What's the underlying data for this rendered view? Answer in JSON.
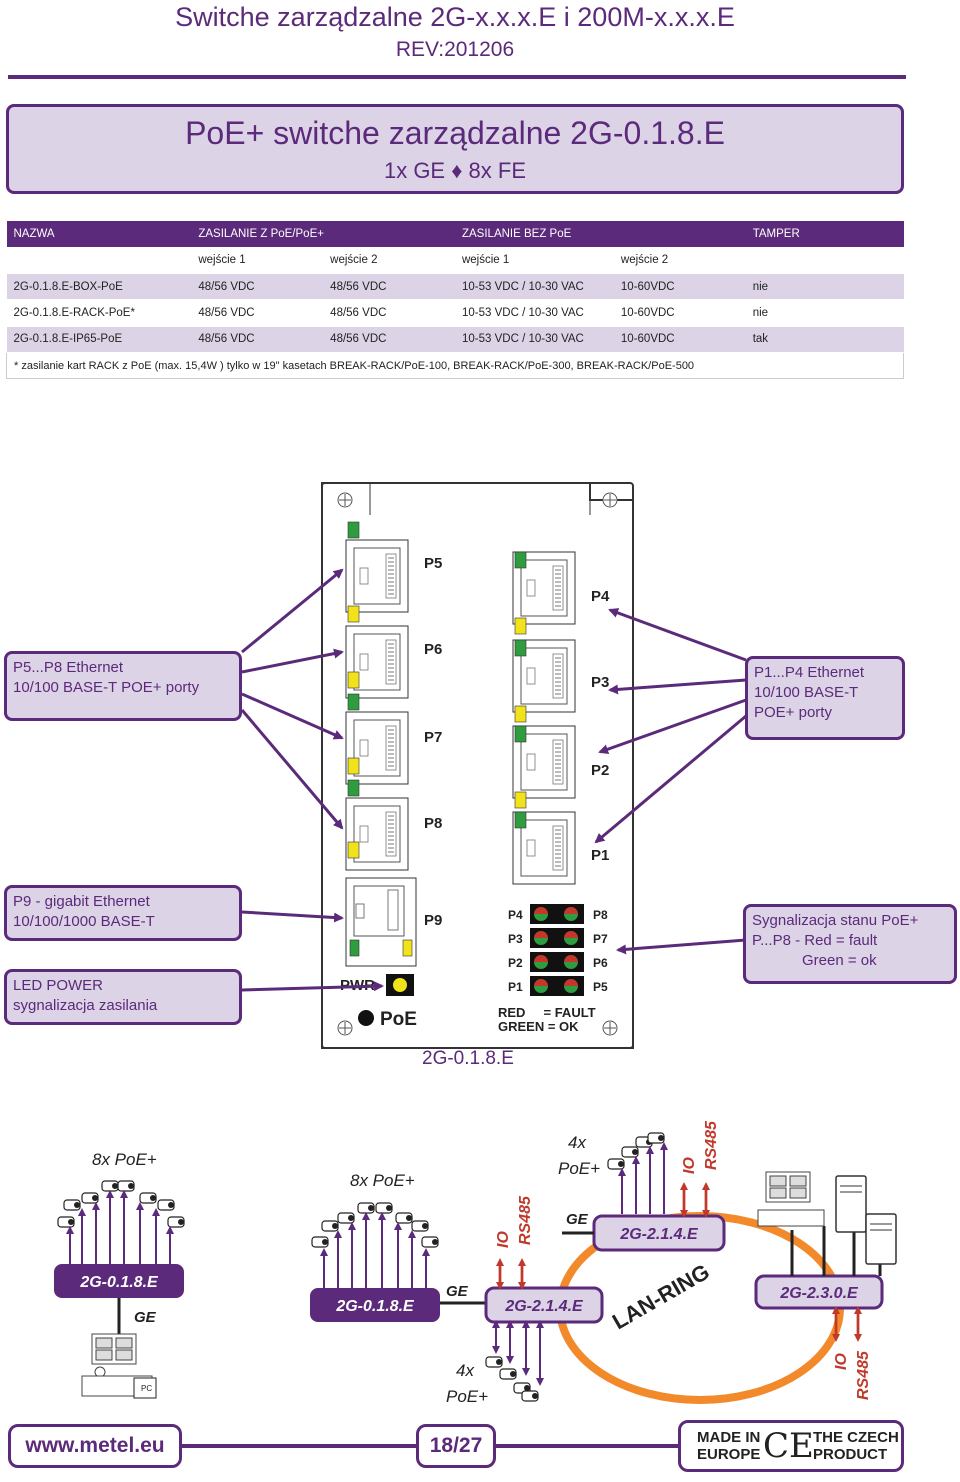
{
  "header": {
    "title": "Switche zarządzalne 2G-x.x.x.E i 200M-x.x.x.E",
    "revision": "REV:201206"
  },
  "title_box": {
    "main": "PoE+ switche zarządzalne 2G-0.1.8.E",
    "sub": "1x GE ♦ 8x FE"
  },
  "spec_table": {
    "headers": [
      "NAZWA",
      "ZASILANIE Z PoE/PoE+",
      "ZASILANIE BEZ PoE",
      "TAMPER"
    ],
    "subheaders": [
      "wejście 1",
      "wejście 2",
      "wejście 1",
      "wejście 2"
    ],
    "rows": [
      [
        "2G-0.1.8.E-BOX-PoE",
        "48/56 VDC",
        "48/56 VDC",
        "10-53 VDC / 10-30 VAC",
        "10-60VDC",
        "nie"
      ],
      [
        "2G-0.1.8.E-RACK-PoE*",
        "48/56 VDC",
        "48/56 VDC",
        "10-53 VDC / 10-30 VAC",
        "10-60VDC",
        "nie"
      ],
      [
        "2G-0.1.8.E-IP65-PoE",
        "48/56 VDC",
        "48/56 VDC",
        "10-53 VDC / 10-30 VAC",
        "10-60VDC",
        "tak"
      ]
    ],
    "note": "* zasilanie kart  RACK z PoE (max. 15,4W ) tylko w 19\" kasetach BREAK-RACK/PoE-100, BREAK-RACK/PoE-300, BREAK-RACK/PoE-500"
  },
  "device": {
    "ports_left": [
      "P5",
      "P6",
      "P7",
      "P8"
    ],
    "ports_right": [
      "P4",
      "P3",
      "P2",
      "P1"
    ],
    "gig_port": "P9",
    "pwr_label": "PWR",
    "poe_label": "PoE",
    "led_rows_left": [
      "P4",
      "P3",
      "P2",
      "P1"
    ],
    "led_rows_right": [
      "P8",
      "P7",
      "P6",
      "P5"
    ],
    "legend_red": "RED     = FAULT",
    "legend_green": "GREEN = OK",
    "model": "2G-0.1.8.E"
  },
  "callouts": {
    "left_top": [
      "P5...P8 Ethernet",
      "10/100 BASE-T POE+ porty"
    ],
    "right_top": [
      "P1...P4 Ethernet",
      "10/100 BASE-T",
      "POE+ porty"
    ],
    "left_p9": [
      "P9 - gigabit Ethernet",
      "10/100/1000 BASE-T"
    ],
    "left_led": [
      "LED POWER",
      "sygnalizacja zasilania"
    ],
    "right_signal": [
      "Sygnalizacja stanu PoE+",
      "P...P8 - Red = fault",
      "Green = ok"
    ]
  },
  "network": {
    "poe8_a": "8x PoE+",
    "poe8_b": "8x PoE+",
    "poe4_top": [
      "4x",
      "PoE+"
    ],
    "poe4_bottom": [
      "4x",
      "PoE+"
    ],
    "switch_a": "2G-0.1.8.E",
    "switch_b": "2G-0.1.8.E",
    "switch_c": "2G-2.1.4.E",
    "switch_d": "2G-2.1.4.E",
    "switch_e": "2G-2.3.0.E",
    "ge_labels": [
      "GE",
      "GE",
      "GE"
    ],
    "io": "IO",
    "rs485": "RS485",
    "ring": "LAN-RING",
    "pc": "PC"
  },
  "footer": {
    "url": "www.metel.eu",
    "page": "18/27",
    "made_left": [
      "MADE IN",
      "EUROPE"
    ],
    "ce": "CE",
    "made_right": [
      "THE CZECH",
      "PRODUCT"
    ]
  },
  "colors": {
    "brand_purple": "#5b2a7a",
    "lavender": "#dcd3e6",
    "ring_orange": "#f28a2c",
    "accent_red": "#c0392b"
  }
}
